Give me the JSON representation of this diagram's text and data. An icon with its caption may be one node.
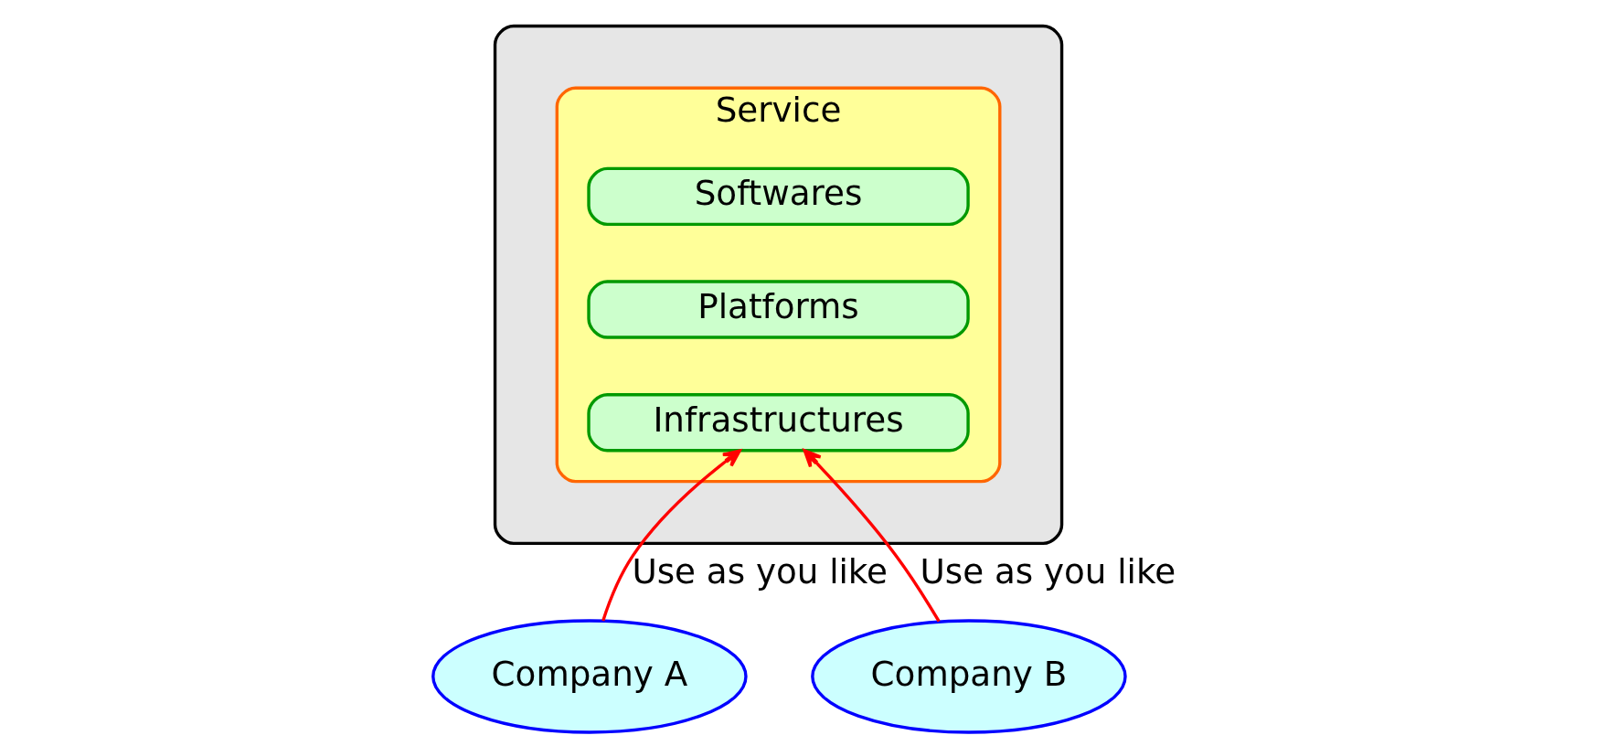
{
  "diagram": {
    "nodes": [
      {
        "text": [],
        "shape": "cloud"
      },
      {
        "text": [
          "Service"
        ],
        "in": 0
      },
      {
        "text": [
          "Softwares"
        ],
        "in": 1
      },
      {
        "text": [
          "Platforms"
        ],
        "in": 1
      },
      {
        "text": [
          "Infrastructures"
        ],
        "in": 1
      },
      {
        "text": [
          "Company A"
        ]
      },
      {
        "text": [
          "Company B"
        ]
      }
    ],
    "edges": [
      {
        "from": 5,
        "to": 4,
        "arrow": "to",
        "label": "Use as you like"
      },
      {
        "from": 6,
        "to": 4,
        "arrow": "to",
        "label": "Use as you like"
      }
    ]
  }
}
